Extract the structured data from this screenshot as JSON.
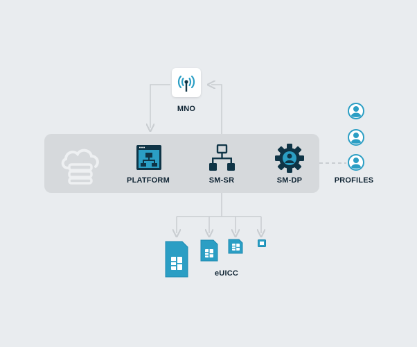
{
  "diagram": {
    "mno_label": "MNO",
    "platform_label": "PLATFORM",
    "smsr_label": "SM-SR",
    "smdp_label": "SM-DP",
    "profiles_label": "PROFILES",
    "euicc_label": "eUICC"
  },
  "colors": {
    "background": "#e9ecef",
    "panel": "#d6d9dc",
    "dark_navy": "#0f3446",
    "teal": "#2b9ec4",
    "connector": "#cfd3d7"
  },
  "icons": [
    "cloud-server-icon",
    "antenna-icon",
    "platform-window-icon",
    "network-hierarchy-icon",
    "gear-person-icon",
    "user-icon",
    "sim-card-icon",
    "arrow-icon"
  ]
}
